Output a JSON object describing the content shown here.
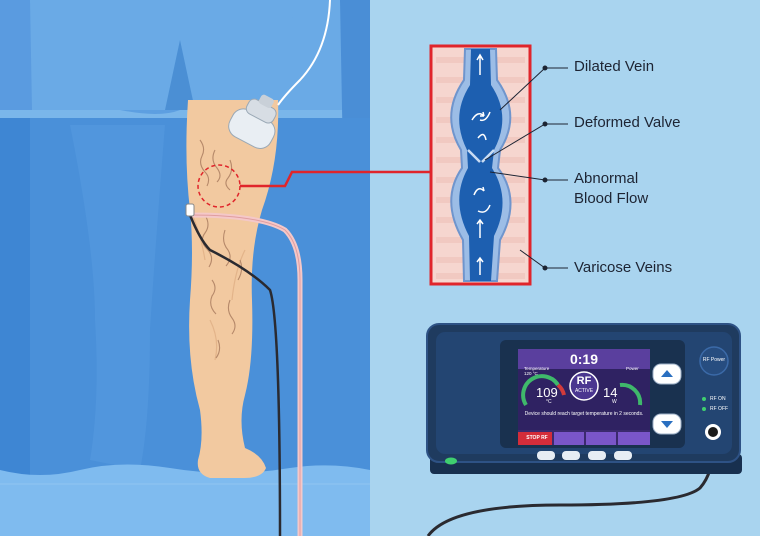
{
  "callouts": {
    "dilated_vein": "Dilated Vein",
    "deformed_valve": "Deformed Valve",
    "abnormal_line1": "Abnormal",
    "abnormal_line2": "Blood Flow",
    "varicose_veins": "Varicose Veins"
  },
  "device": {
    "screen": {
      "timer": "0:19",
      "temperature_label": "Temperature",
      "temperature_setpoint": "120 °C",
      "temperature_value": "109",
      "temperature_unit": "°C",
      "power_label": "Power",
      "power_value": "14",
      "power_unit": "W",
      "rf_label": "RF",
      "active_label": "ACTIVE",
      "message": "Device should reach target temperature in 2 seconds.",
      "stop_button": "STOP RF"
    },
    "rf_power_button": "RF Power",
    "rf_on_label": "RF ON",
    "rf_off_label": "RF OFF"
  },
  "colors": {
    "background": "#a9d4ef",
    "drape": "#5b9ee0",
    "skin": "#f2c9a0",
    "device_body": "#1f3b5f",
    "screen": "#3b2a6e",
    "callout_red": "#e0252b",
    "vein": "#1d5fb0"
  }
}
